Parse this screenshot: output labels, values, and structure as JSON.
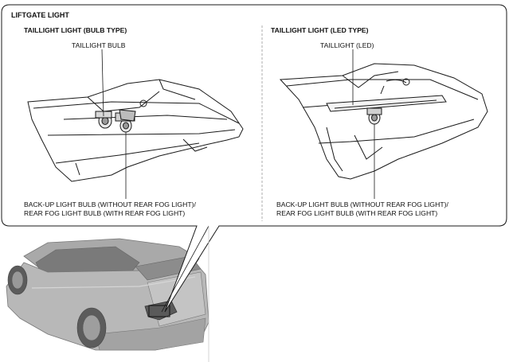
{
  "header": {
    "title": "LIFTGATE LIGHT"
  },
  "left_panel": {
    "heading": "TAILLIGHT LIGHT (BULB TYPE)",
    "callout_top": "TAILLIGHT BULB",
    "callout_bottom_line1": "BACK-UP LIGHT BULB (WITHOUT REAR FOG LIGHT)/",
    "callout_bottom_line2": "REAR FOG LIGHT BULB (WITH REAR FOG LIGHT)"
  },
  "right_panel": {
    "heading": "TAILLIGHT LIGHT (LED TYPE)",
    "callout_top": "TAILLIGHT (LED)",
    "callout_bottom_line1": "BACK-UP LIGHT BULB (WITHOUT REAR FOG LIGHT)/",
    "callout_bottom_line2": "REAR FOG LIGHT BULB (WITH REAR FOG LIGHT)"
  },
  "colors": {
    "line": "#1a1a1a",
    "car_body": "#b8b8b8",
    "car_dark": "#6e6e6e",
    "divider": "#9a9a9a"
  }
}
